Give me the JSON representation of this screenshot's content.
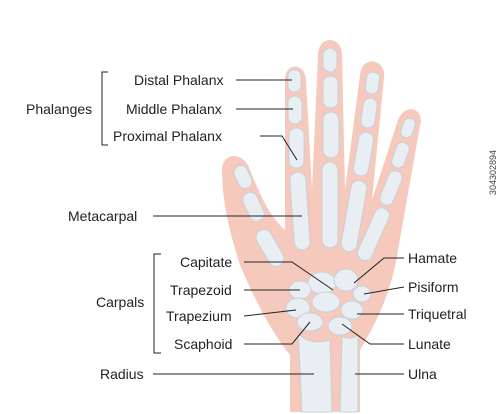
{
  "labels": {
    "distal_phalanx": "Distal Phalanx",
    "middle_phalanx": "Middle Phalanx",
    "proximal_phalanx": "Proximal Phalanx",
    "phalanges": "Phalanges",
    "metacarpal": "Metacarpal",
    "capitate": "Capitate",
    "trapezoid": "Trapezoid",
    "trapezium": "Trapezium",
    "scaphoid": "Scaphoid",
    "carpals": "Carpals",
    "radius": "Radius",
    "hamate": "Hamate",
    "pisiform": "Pisiform",
    "triquetral": "Triquetral",
    "lunate": "Lunate",
    "ulna": "Ulna"
  },
  "watermark": "304302894",
  "colors": {
    "skin": "#f6c9bd",
    "bone": "#e9eef3",
    "bone_edge": "#c7d0d9",
    "line": "#222222"
  }
}
